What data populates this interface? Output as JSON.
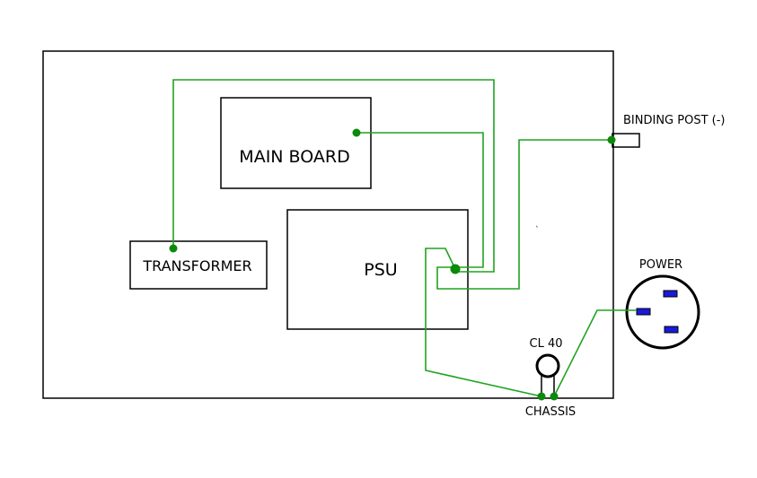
{
  "labels": {
    "main_board": "MAIN BOARD",
    "psu": "PSU",
    "transformer": "TRANSFORMER",
    "binding_post": "BINDING POST (-)",
    "power": "POWER",
    "cl40": "CL 40",
    "chassis": "CHASSIS",
    "stray_mark": "`"
  },
  "colors": {
    "wire": "#1fa31f",
    "node": "#0a8a0a",
    "outline": "#000000",
    "prong": "#1a1adb"
  }
}
